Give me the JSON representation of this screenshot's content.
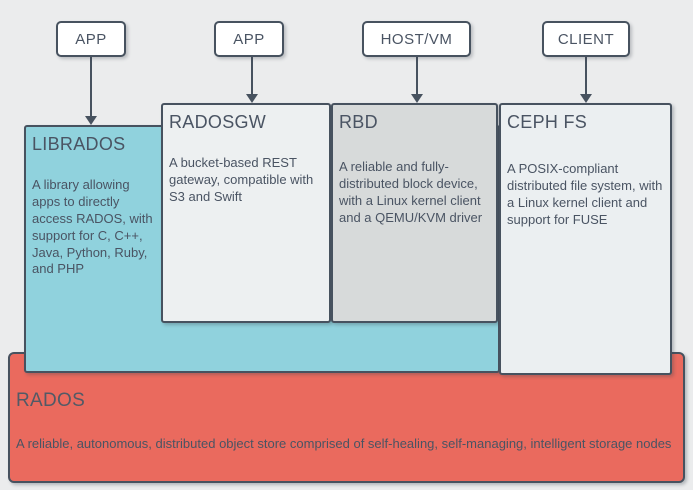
{
  "top_nodes": [
    {
      "label": "APP"
    },
    {
      "label": "APP"
    },
    {
      "label": "HOST/VM"
    },
    {
      "label": "CLIENT"
    }
  ],
  "components": {
    "librados": {
      "title": "LIBRADOS",
      "description": "A library allowing apps to directly access RADOS, with support for C, C++, Java, Python, Ruby, and PHP"
    },
    "radosgw": {
      "title": "RADOSGW",
      "description": "A bucket-based REST gateway, compatible with S3 and Swift"
    },
    "rbd": {
      "title": "RBD",
      "description": "A reliable and fully-distributed block device, with a Linux kernel client and a QEMU/KVM driver"
    },
    "cephfs": {
      "title": "CEPH FS",
      "description": "A POSIX-compliant distributed file system, with a Linux kernel client and support for FUSE"
    },
    "rados": {
      "title": "RADOS",
      "description": "A reliable, autonomous, distributed object store comprised of self-healing, self-managing, intelligent storage nodes"
    }
  },
  "colors": {
    "background": "#ebeced",
    "outline": "#47525f",
    "text": "#4a5463",
    "node_fill": "#ffffff",
    "librados_fill": "#90d2dd",
    "radosgw_fill": "#edf0f1",
    "rbd_fill": "#d7dada",
    "cephfs_fill": "#ebeff1",
    "rados_fill": "#ea6a5e"
  }
}
